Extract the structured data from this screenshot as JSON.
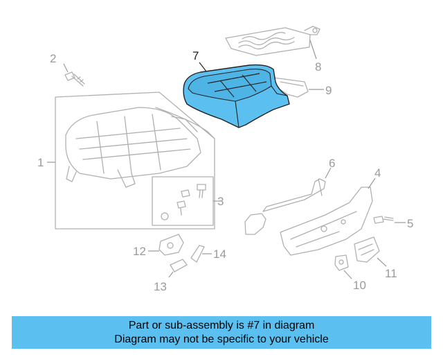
{
  "highlight_color": "#5bc0f0",
  "callouts": {
    "c1": "1",
    "c2": "2",
    "c3": "3",
    "c4": "4",
    "c5": "5",
    "c6": "6",
    "c7": "7",
    "c8": "8",
    "c9": "9",
    "c10": "10",
    "c11": "11",
    "c12": "12",
    "c13": "13",
    "c14": "14"
  },
  "highlighted_part": "7",
  "caption": {
    "line1": "Part or sub-assembly is #7 in diagram",
    "line2": "Diagram may not be specific to your vehicle"
  }
}
